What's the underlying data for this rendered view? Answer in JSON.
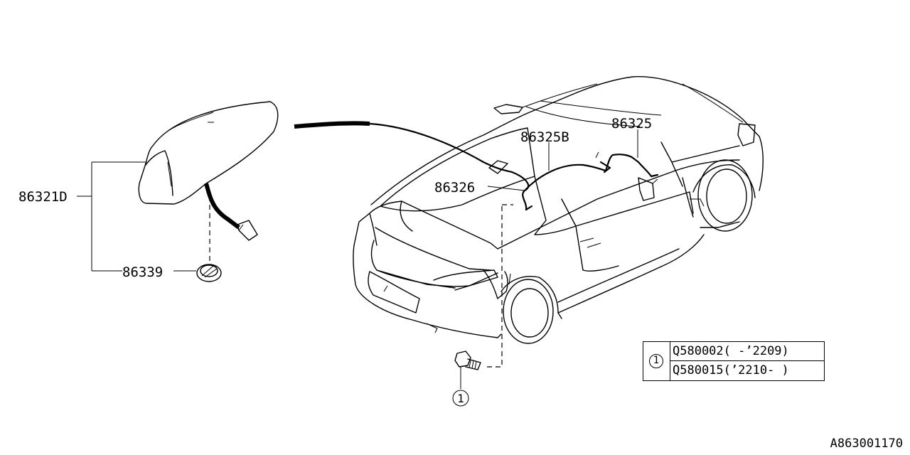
{
  "callouts": {
    "antenna_assy": "86321D",
    "antenna_base": "86339",
    "feeder_cable_b": "86325B",
    "feeder_cable": "86325",
    "feeder_cable_front": "86326",
    "bolt_ref": "1"
  },
  "parts_table": {
    "symbol": "1",
    "rows": [
      {
        "part": "Q580002",
        "range": "( -’2209)"
      },
      {
        "part": "Q580015",
        "range": "(’2210- )"
      }
    ]
  },
  "diagram_code": "A863001170"
}
